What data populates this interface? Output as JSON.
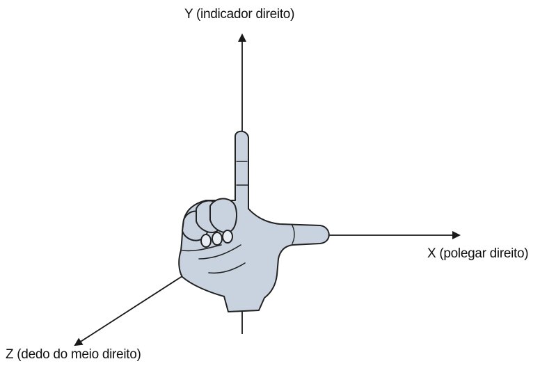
{
  "axes": {
    "y_label": "Y (indicador direito)",
    "x_label": "X (polegar direito)",
    "z_label": "Z (dedo do meio direito)"
  },
  "colors": {
    "hand_fill": "#c8d3df",
    "hand_outline": "#222222",
    "axis": "#1a1a1a",
    "text": "#111111"
  }
}
